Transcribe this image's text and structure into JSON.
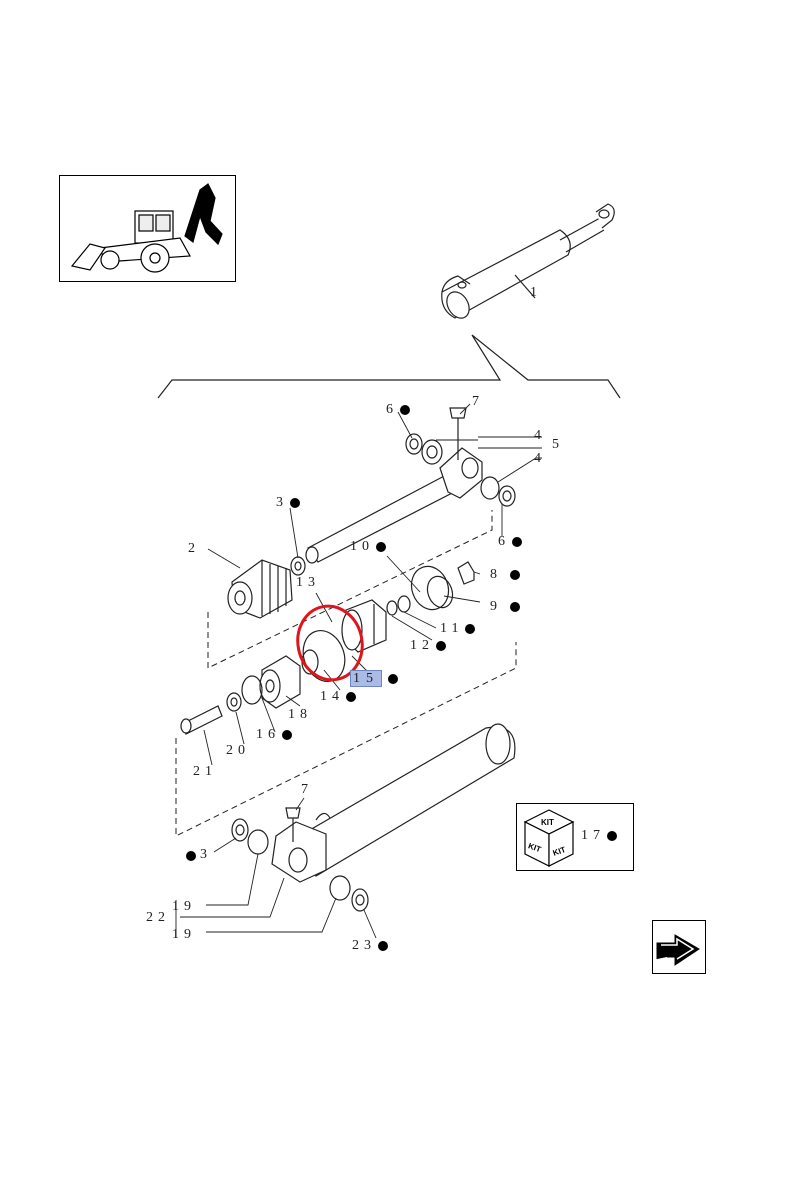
{
  "labels": {
    "p1": "1",
    "p2": "2",
    "p3a": "3",
    "p3b": "3",
    "p4a": "4",
    "p4b": "4",
    "p5": "5",
    "p6a": "6",
    "p6b": "6",
    "p7a": "7",
    "p7b": "7",
    "p8": "8",
    "p9": "9",
    "p10": "10",
    "p11": "11",
    "p12": "12",
    "p13": "13",
    "p14": "14",
    "p15": "15",
    "p16": "16",
    "p17": "17",
    "p18": "18",
    "p19a": "19",
    "p19b": "19",
    "p20": "20",
    "p21": "21",
    "p22": "22",
    "p23": "23"
  },
  "kit": {
    "label": "KIT"
  },
  "selected_part": "15",
  "highlight_color": "#e0151b",
  "selected_label_bg": "#aabbe6",
  "icons": {
    "thumbnail": "backhoe-loader-icon",
    "kit": "kit-cube-icon",
    "next": "next-page-arrow-icon"
  }
}
